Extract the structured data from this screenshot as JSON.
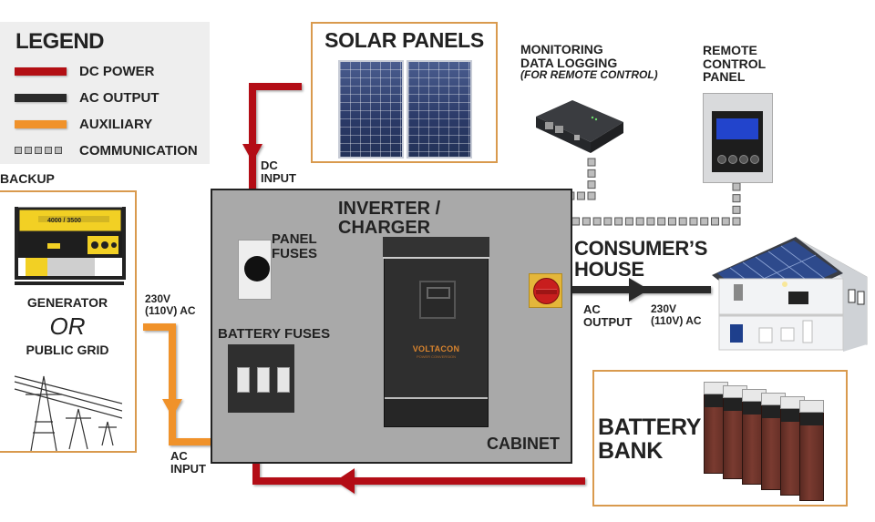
{
  "legend": {
    "title": "LEGEND",
    "items": [
      {
        "label": "DC POWER",
        "color": "#b30f14",
        "style": "solid"
      },
      {
        "label": "AC OUTPUT",
        "color": "#2a2a2a",
        "style": "solid"
      },
      {
        "label": "AUXILIARY",
        "color": "#f0922b",
        "style": "solid"
      },
      {
        "label": "COMMUNICATION",
        "color": "#bbbbbb",
        "style": "dotted"
      }
    ]
  },
  "components": {
    "solar_panels": {
      "title": "SOLAR PANELS"
    },
    "monitoring": {
      "line1": "MONITORING",
      "line2": "DATA LOGGING",
      "line3": "(FOR REMOTE CONTROL)"
    },
    "remote_panel": {
      "line1": "REMOTE",
      "line2": "CONTROL",
      "line3": "PANEL"
    },
    "backup": {
      "title": "BACKUP",
      "generator": "GENERATOR",
      "or": "OR",
      "grid": "PUBLIC GRID",
      "generator_badge": "4000 / 3500"
    },
    "cabinet": {
      "label": "CABINET"
    },
    "inverter": {
      "line1": "INVERTER /",
      "line2": "CHARGER",
      "brand": "VOLTACON",
      "brand_sub": "POWER CONVERSION"
    },
    "panel_fuses": {
      "line1": "PANEL",
      "line2": "FUSES"
    },
    "battery_fuses": {
      "label": "BATTERY FUSES"
    },
    "consumer_house": {
      "line1": "CONSUMER’S",
      "line2": "HOUSE"
    },
    "battery_bank": {
      "line1": "BATTERY",
      "line2": "BANK"
    }
  },
  "wire_labels": {
    "dc_input": {
      "line1": "DC",
      "line2": "INPUT"
    },
    "ac_in_voltage": {
      "line1": "230V",
      "line2": "(110V) AC"
    },
    "ac_input": {
      "line1": "AC",
      "line2": "INPUT"
    },
    "ac_output": {
      "line1": "AC",
      "line2": "OUTPUT"
    },
    "ac_out_voltage": {
      "line1": "230V",
      "line2": "(110V) AC"
    }
  },
  "colors": {
    "dc": "#b30f14",
    "ac": "#2a2a2a",
    "aux": "#f0922b",
    "comm_fill": "#bdbdbd",
    "comm_stroke": "#555555",
    "box_outline": "#d99a4e",
    "cabinet": "#a9a9a9"
  }
}
